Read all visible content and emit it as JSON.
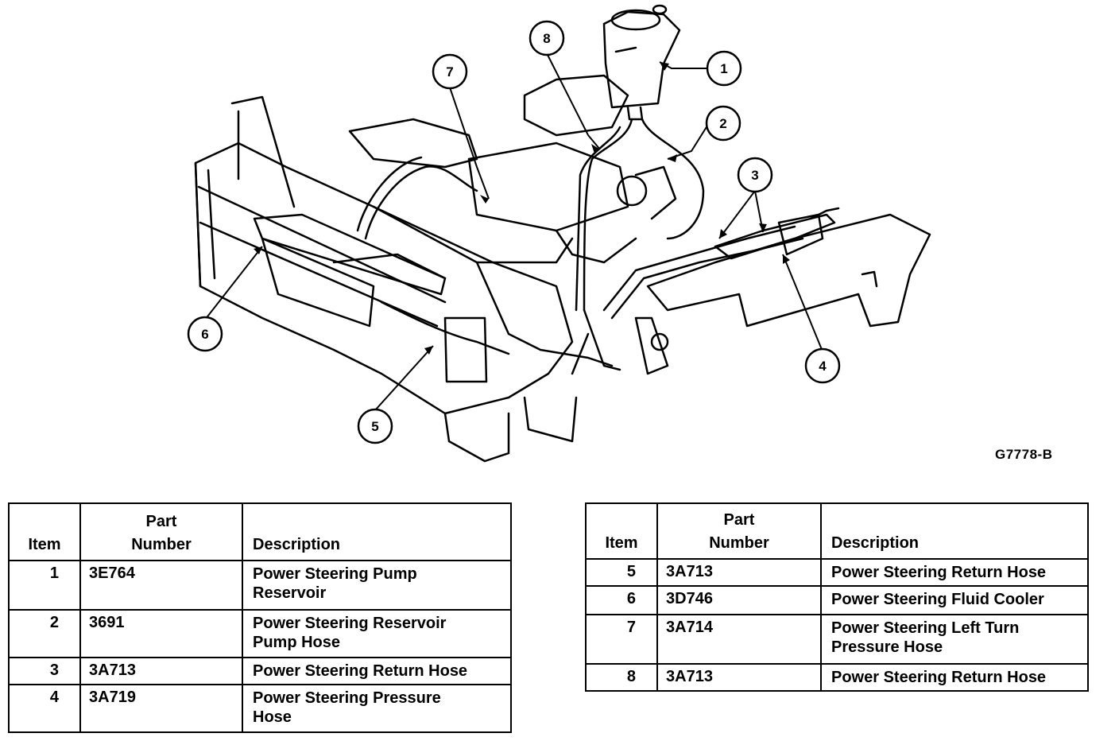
{
  "figure_id": "G7778-B",
  "callouts": [
    {
      "label": "1"
    },
    {
      "label": "2"
    },
    {
      "label": "3"
    },
    {
      "label": "4"
    },
    {
      "label": "5"
    },
    {
      "label": "6"
    },
    {
      "label": "7"
    },
    {
      "label": "8"
    }
  ],
  "table": {
    "headers": {
      "item": "Item",
      "part_number_line1": "Part",
      "part_number_line2": "Number",
      "description": "Description"
    },
    "left": [
      {
        "item": "1",
        "part": "3E764",
        "desc": [
          "Power Steering Pump",
          "Reservoir"
        ]
      },
      {
        "item": "2",
        "part": "3691",
        "desc": [
          "Power Steering Reservoir",
          "Pump Hose"
        ]
      },
      {
        "item": "3",
        "part": "3A713",
        "desc": [
          "Power Steering Return Hose"
        ]
      },
      {
        "item": "4",
        "part": "3A719",
        "desc": [
          "Power Steering Pressure",
          "Hose"
        ]
      }
    ],
    "right": [
      {
        "item": "5",
        "part": "3A713",
        "desc": [
          "Power Steering Return Hose"
        ]
      },
      {
        "item": "6",
        "part": "3D746",
        "desc": [
          "Power Steering Fluid Cooler"
        ]
      },
      {
        "item": "7",
        "part": "3A714",
        "desc": [
          "Power Steering Left Turn",
          "Pressure Hose"
        ]
      },
      {
        "item": "8",
        "part": "3A713",
        "desc": [
          "Power Steering Return Hose"
        ]
      }
    ]
  }
}
